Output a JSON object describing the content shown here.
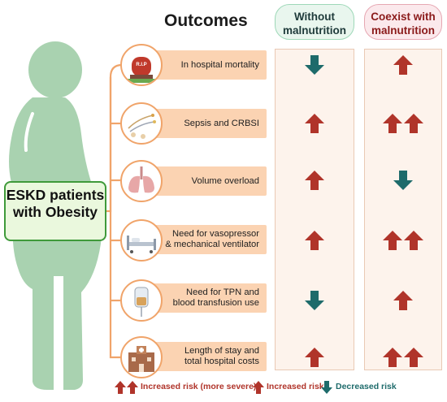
{
  "title": "Outcomes",
  "columns": {
    "without": "Without malnutrition",
    "coexist": "Coexist with malnutrition"
  },
  "patient_label": "ESKD patients with Obesity",
  "icon_labels": {
    "rip": "R.I.P"
  },
  "outcomes": [
    {
      "line1": "In hospital mortality",
      "line2": "",
      "icon": "tombstone-icon",
      "without": "down",
      "coexist": "up"
    },
    {
      "line1": "Sepsis and CRBSI",
      "line2": "",
      "icon": "catheter-icon",
      "without": "up",
      "coexist": "up2"
    },
    {
      "line1": "Volume overload",
      "line2": "",
      "icon": "lungs-icon",
      "without": "up",
      "coexist": "down"
    },
    {
      "line1": "Need for vasopressor",
      "line2": "& mechanical ventilator",
      "icon": "hospital-bed-icon",
      "without": "up",
      "coexist": "up2"
    },
    {
      "line1": "Need for TPN and",
      "line2": "blood transfusion use",
      "icon": "iv-bag-icon",
      "without": "down",
      "coexist": "up"
    },
    {
      "line1": "Length of stay and",
      "line2": "total hospital costs",
      "icon": "hospital-building-icon",
      "without": "up",
      "coexist": "up2"
    }
  ],
  "legend": {
    "severe": "Increased risk (more severe)",
    "increased": "Increased risk",
    "decreased": "Decreased risk"
  },
  "colors": {
    "up_arrow": "#b0342a",
    "down_arrow": "#1e6b6b",
    "connector": "#f0a46a",
    "silhouette": "#a9d2b0",
    "bar": "#fbd3b2"
  }
}
